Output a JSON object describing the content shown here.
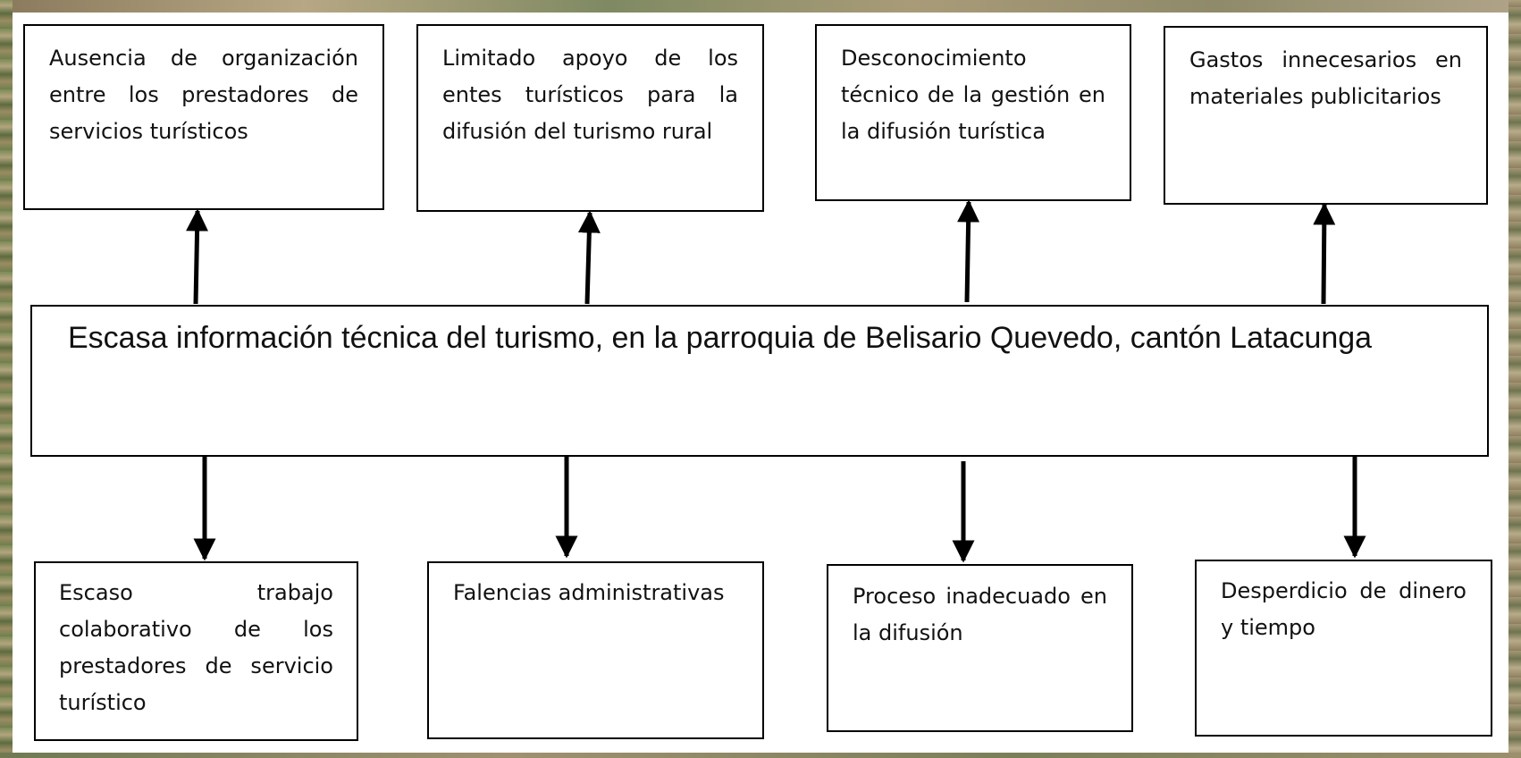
{
  "diagram": {
    "center": "Escasa información técnica del turismo, en la parroquia de Belisario Quevedo, cantón Latacunga",
    "top": [
      "Ausencia de organización entre los prestadores de servicios turísticos",
      "Limitado apoyo de los entes turísticos para la difusión del turismo rural",
      "Desconocimiento técnico de la gestión en la difusión turística",
      "Gastos innecesarios en materiales publicitarios"
    ],
    "bottom": [
      "Escaso trabajo colaborativo de los prestadores de servicio turístico",
      "Falencias administrativas",
      "Proceso inadecuado en la difusión",
      "Desperdicio de dinero y tiempo"
    ]
  },
  "colors": {
    "box_border": "#000000",
    "arrow": "#000000",
    "background": "#ffffff"
  }
}
